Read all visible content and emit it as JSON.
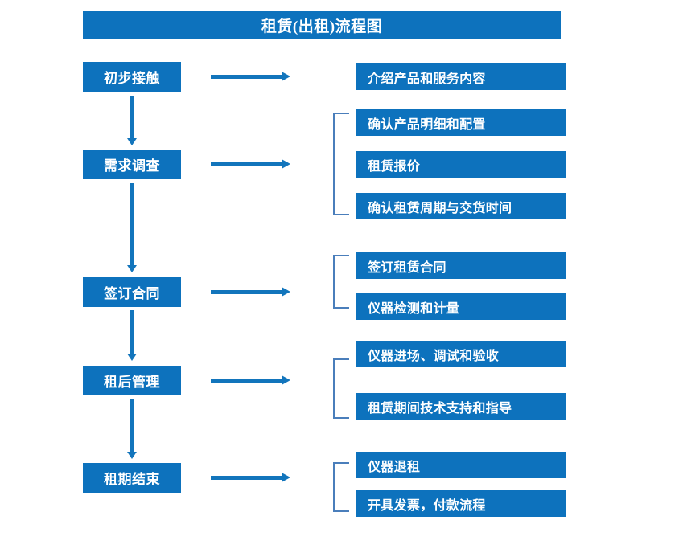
{
  "title": "租赁(出租)流程图",
  "colors": {
    "primary_blue": "#0d72bd",
    "arrow_blue": "#1275bc",
    "bracket_blue": "#4a7ebb",
    "text_on_blue": "#ffffff",
    "background": "#ffffff"
  },
  "stages": [
    {
      "label": "初步接触"
    },
    {
      "label": "需求调查"
    },
    {
      "label": "签订合同"
    },
    {
      "label": "租后管理"
    },
    {
      "label": "租期结束"
    }
  ],
  "details": [
    {
      "label": "介绍产品和服务内容"
    },
    {
      "label": "确认产品明细和配置"
    },
    {
      "label": "租赁报价"
    },
    {
      "label": "确认租赁周期与交货时间"
    },
    {
      "label": "签订租赁合同"
    },
    {
      "label": "仪器检测和计量"
    },
    {
      "label": "仪器进场、调试和验收"
    },
    {
      "label": "租赁期间技术支持和指导"
    },
    {
      "label": "仪器退租"
    },
    {
      "label": "开具发票，付款流程"
    }
  ]
}
